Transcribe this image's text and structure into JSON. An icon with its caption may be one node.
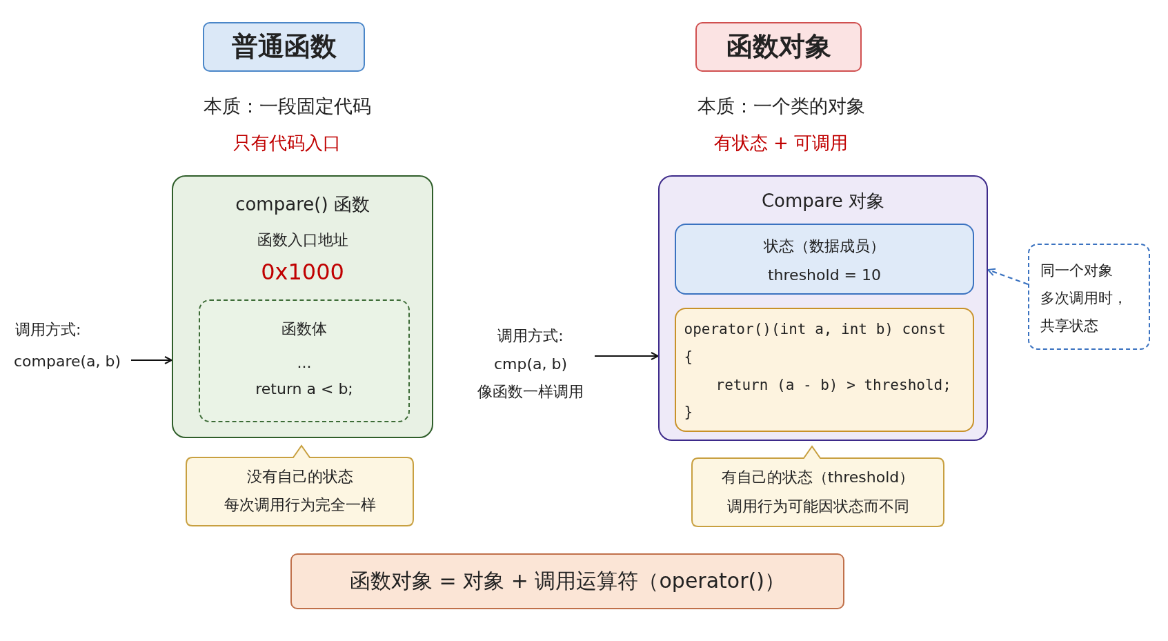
{
  "diagram": {
    "nodes": [
      {
        "text": [
          "普通函数"
        ]
      },
      {
        "text": [
          "函数对象"
        ]
      },
      {
        "text": [
          "compare() 函数",
          "函数入口地址",
          "0x1000"
        ]
      },
      {
        "text": [
          "函数体",
          "...",
          "return a < b;"
        ],
        "in": 2
      },
      {
        "text": [
          "调用方式:",
          "compare(a, b)"
        ]
      },
      {
        "text": [
          "没有自己的状态",
          "每次调用行为完全一样"
        ]
      },
      {
        "text": [
          "Compare 对象"
        ]
      },
      {
        "text": [
          "状态（数据成员）",
          "threshold = 10"
        ],
        "in": 6
      },
      {
        "text": [
          "operator()(int a, int b) const",
          "{",
          "return (a - b) > threshold;",
          "}"
        ],
        "in": 6
      },
      {
        "text": [
          "调用方式:",
          "cmp(a, b)",
          "像函数一样调用"
        ]
      },
      {
        "text": [
          "同一个对象",
          "多次调用时，",
          "共享状态"
        ]
      },
      {
        "text": [
          "有自己的状态（threshold）",
          "调用行为可能因状态而不同"
        ]
      },
      {
        "text": [
          "函数对象 = 对象 + 调用运算符（operator()）"
        ]
      }
    ],
    "edges": [
      {
        "from": 4,
        "to": 2,
        "arrow": "to"
      },
      {
        "from": 9,
        "to": 6,
        "arrow": "to"
      },
      {
        "from": 10,
        "to": 6,
        "arrow": "to",
        "style": "dashed",
        "color": "#3a72c0"
      }
    ],
    "labels": [
      "本质：一段固定代码",
      "只有代码入口",
      "本质：一个类的对象",
      "有状态 + 可调用"
    ]
  }
}
